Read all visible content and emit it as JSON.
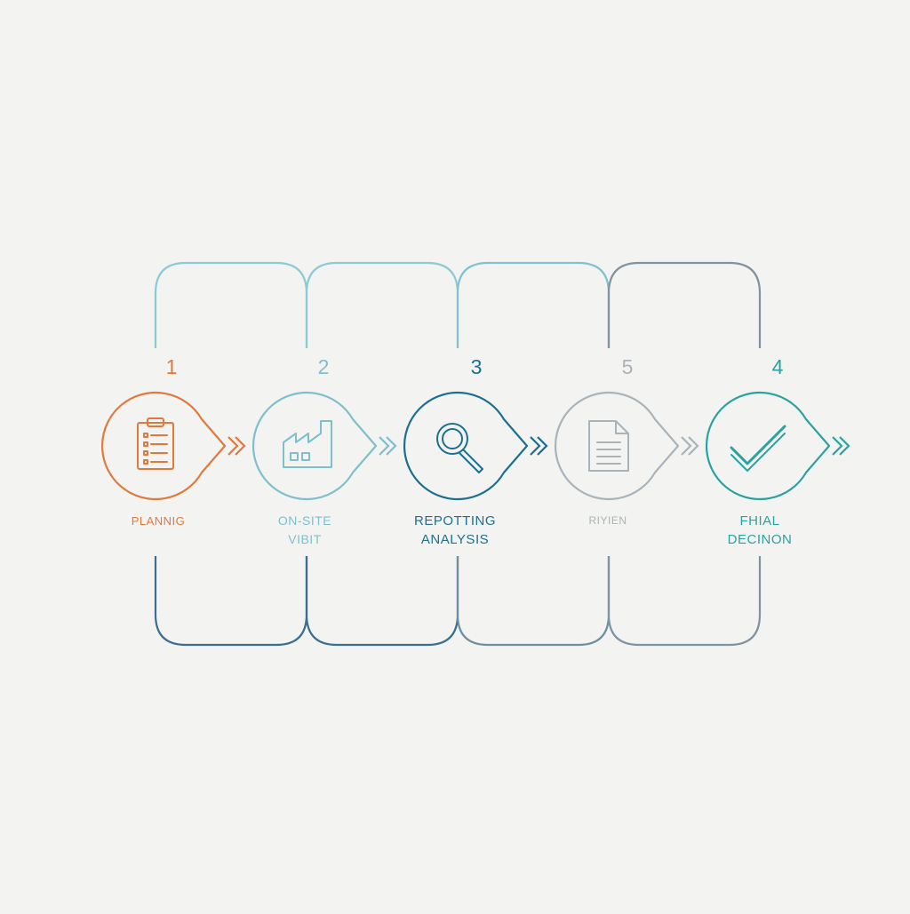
{
  "colors": {
    "background": "#f3f3f2",
    "step1": "#e07a3c",
    "step2": "#7fbfcc",
    "step3": "#1d6f90",
    "step4": "#a9b3b8",
    "step5": "#2aa3a0",
    "frame_top": [
      "#8ccbd6",
      "#8ccbd6",
      "#82c2cf",
      "#7f93a0"
    ],
    "frame_bottom": [
      "#3b6f8f",
      "#3b6f8f",
      "#6e8f9f",
      "#7f93a0"
    ]
  },
  "steps": [
    {
      "number": "1",
      "line1": "PLANNIG",
      "line2": "",
      "icon": "clipboard-icon"
    },
    {
      "number": "2",
      "line1": "ON-SITE",
      "line2": "VIBIT",
      "icon": "factory-icon"
    },
    {
      "number": "3",
      "line1": "REPOTTING",
      "line2": "ANALYSIS",
      "icon": "magnifier-icon"
    },
    {
      "number": "5",
      "line1": "RIYIEN",
      "line2": "",
      "icon": "document-icon"
    },
    {
      "number": "4",
      "line1": "FHIAL",
      "line2": "DECINON",
      "icon": "checkmark-icon"
    }
  ]
}
